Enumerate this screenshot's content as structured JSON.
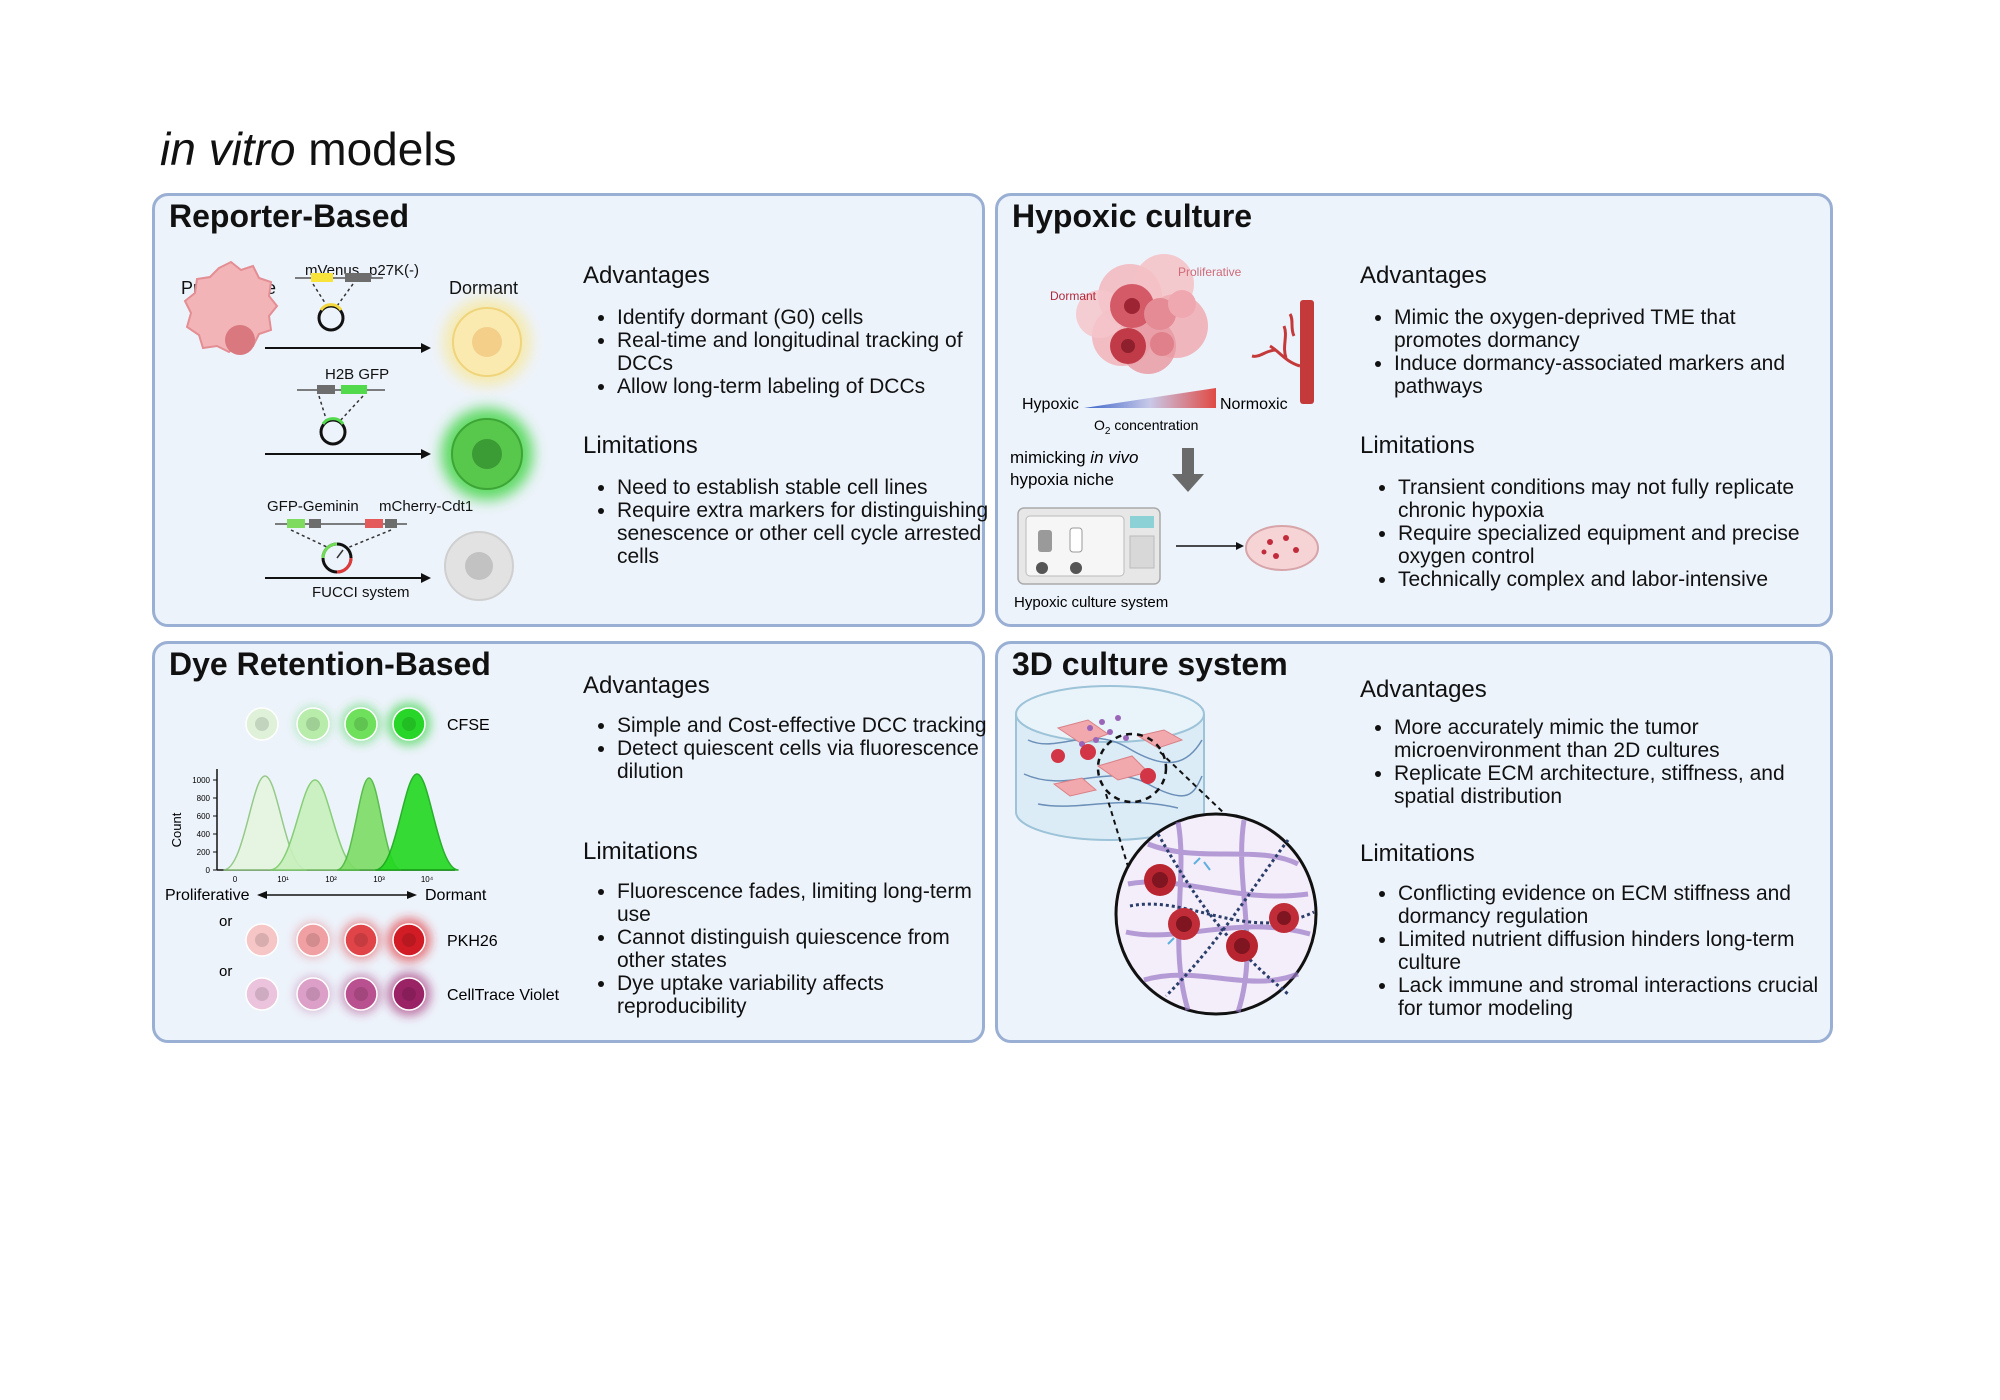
{
  "title": {
    "italic": "in vitro",
    "rest": " models"
  },
  "panels": {
    "reporter": {
      "title": "Reporter-Based",
      "advantages_label": "Advantages",
      "advantages": [
        "Identify dormant (G0) cells",
        "Real-time and longitudinal tracking of DCCs",
        "Allow long-term labeling of DCCs"
      ],
      "limitations_label": "Limitations",
      "limitations": [
        "Need to establish stable cell lines",
        "Require extra markers for distinguishing senescence or other cell cycle arrested cells"
      ],
      "fig": {
        "proliferative": "Proliferative",
        "dormant": "Dormant",
        "mvenus": "mVenus",
        "p27k": "p27K(-)",
        "h2b": "H2B GFP",
        "gfp_geminin": "GFP-Geminin",
        "mcherry": "mCherry-Cdt1",
        "fucci": "FUCCI system"
      }
    },
    "hypoxic": {
      "title": "Hypoxic culture",
      "advantages_label": "Advantages",
      "advantages": [
        "Mimic the oxygen-deprived TME that promotes dormancy",
        "Induce dormancy-associated markers and pathways"
      ],
      "limitations_label": "Limitations",
      "limitations": [
        "Transient conditions may not fully replicate chronic hypoxia",
        "Require specialized equipment and precise oxygen control",
        "Technically complex and labor-intensive"
      ],
      "fig": {
        "dormant": "Dormant",
        "proliferative": "Proliferative",
        "hypoxic": "Hypoxic",
        "normoxic": "Normoxic",
        "o2_prefix": "O",
        "o2_sub": "2",
        "o2_suffix": " concentration",
        "mimicking": "mimicking ",
        "in_vivo": "in vivo",
        "niche": "hypoxia niche",
        "system": "Hypoxic culture system"
      }
    },
    "dye": {
      "title": "Dye Retention-Based",
      "advantages_label": "Advantages",
      "advantages": [
        "Simple and Cost-effective DCC tracking",
        "Detect quiescent cells via fluorescence dilution"
      ],
      "limitations_label": "Limitations",
      "limitations": [
        "Fluorescence fades, limiting long-term use",
        "Cannot distinguish quiescence from other states",
        "Dye uptake variability affects reproducibility"
      ],
      "fig": {
        "cfse": "CFSE",
        "count": "Count",
        "proliferative": "Proliferative",
        "dormant": "Dormant",
        "or1": "or",
        "or2": "or",
        "pkh26": "PKH26",
        "celltrace": "CellTrace Violet",
        "y_ticks": [
          "0",
          "200",
          "400",
          "600",
          "800",
          "1000"
        ],
        "x_ticks": [
          "0",
          "10¹",
          "10²",
          "10³",
          "10⁴"
        ]
      }
    },
    "culture3d": {
      "title": "3D culture system",
      "advantages_label": "Advantages",
      "advantages": [
        "More accurately mimic the tumor microenvironment than 2D cultures",
        "Replicate ECM architecture, stiffness, and spatial distribution"
      ],
      "limitations_label": "Limitations",
      "limitations": [
        "Conflicting evidence on ECM stiffness and dormancy regulation",
        "Limited nutrient diffusion hinders long-term culture",
        "Lack immune and stromal interactions crucial for tumor modeling"
      ]
    }
  },
  "colors": {
    "panel_bg": "#edf3fb",
    "panel_border": "#9aafd4",
    "green": "#2fd13a",
    "red": "#d8242f",
    "magenta": "#a0286e",
    "yellow": "#f7e28c"
  }
}
